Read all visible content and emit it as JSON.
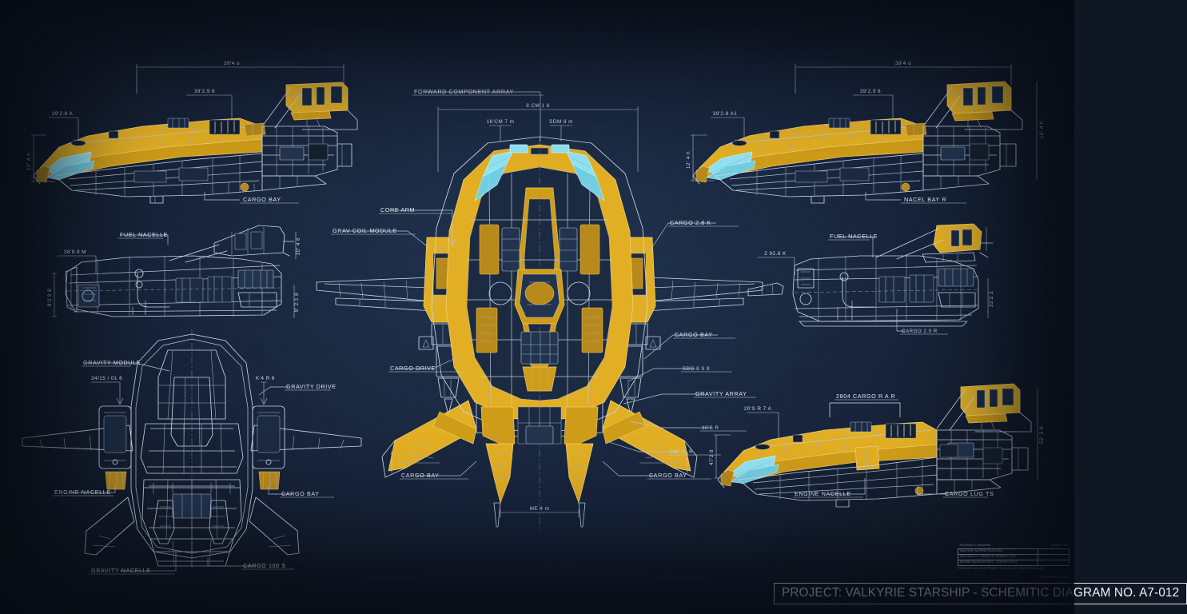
{
  "document": {
    "title": "PROJECT: VALKYRIE STARSHIP - SCHEMITIC DIAGRAM NO. A7-012",
    "sheet_revision": "SCHEMATIC 0102",
    "background_color": "#1b2a42",
    "line_color": "#c8d6e8",
    "accent_color": "#e2ae23",
    "glass_color": "#8fe3f2"
  },
  "title_block": {
    "header_left": "SCHEMATIC DRAWING",
    "header_right": "SCALE 1:06",
    "rows": [
      {
        "text": "VALKYRIE SUPERSTRUCTURE",
        "value": ""
      },
      {
        "text": "SECTION 0-C / GRAVITIC FRAME A7-012",
        "value": ""
      },
      {
        "text": "ENGINE NACELLE ASSY - 4 DRIVE UNITS",
        "value": ""
      }
    ],
    "footer": "STARSHIP VALKYRIE PROJECT FILE A7-012 / REV. PRELIMINARY",
    "revision": "SCHEMATIC 0102"
  },
  "views": [
    {
      "id": "side-top-left",
      "name": "port-elevation-upper-left",
      "callouts": [
        {
          "text": "39'4 o",
          "kind": "dimension"
        },
        {
          "text": "39'2.9 6",
          "kind": "dimension"
        },
        {
          "text": "39'2.8 A",
          "kind": "dimension"
        },
        {
          "text": "12' 4 h",
          "kind": "dimension"
        },
        {
          "text": "CARGO BAY",
          "kind": "label"
        }
      ]
    },
    {
      "id": "side-mid-left",
      "name": "port-section-mid-left",
      "callouts": [
        {
          "text": "FUEL NACELLE",
          "kind": "label"
        },
        {
          "text": "38'8.9 M",
          "kind": "dimension"
        },
        {
          "text": "20' 4 6",
          "kind": "dimension"
        },
        {
          "text": "9' 2.1 8",
          "kind": "dimension"
        },
        {
          "text": "8'2 2 8",
          "kind": "dimension"
        }
      ]
    },
    {
      "id": "plan-lower-left",
      "name": "dorsal-plan-lower-left",
      "callouts": [
        {
          "text": "GRAVITY MODULE",
          "kind": "label"
        },
        {
          "text": "34/15 / 01 6",
          "kind": "dimension"
        },
        {
          "text": "K'4 R 6",
          "kind": "dimension"
        },
        {
          "text": "GRAVITY DRIVE",
          "kind": "label"
        },
        {
          "text": "ENGINE NACELLE",
          "kind": "label"
        },
        {
          "text": "CARGO BAY",
          "kind": "label"
        },
        {
          "text": "GRAVITY NACELLE",
          "kind": "label"
        },
        {
          "text": "CARGO 100 S",
          "kind": "dimension"
        }
      ]
    },
    {
      "id": "main-plan-center",
      "name": "primary-dorsal-plan-view",
      "callouts": [
        {
          "text": "FORWARD COMPONENT ARRAY",
          "kind": "label"
        },
        {
          "text": "8 CM 1 6",
          "kind": "dimension"
        },
        {
          "text": "16'CM 7 m",
          "kind": "dimension"
        },
        {
          "text": "SDM 8 m",
          "kind": "dimension"
        },
        {
          "text": "GRAV COIL MODULE",
          "kind": "label"
        },
        {
          "text": "CORE ARM",
          "kind": "label"
        },
        {
          "text": "CARGO 2.8 K",
          "kind": "label"
        },
        {
          "text": "CARGO BAY",
          "kind": "label"
        },
        {
          "text": "CARGO DRIVE",
          "kind": "label"
        },
        {
          "text": "SDG 8 S 8",
          "kind": "dimension"
        },
        {
          "text": "GRAVITY ARRAY",
          "kind": "label"
        },
        {
          "text": "30'S R",
          "kind": "dimension"
        },
        {
          "text": "CARGO BAY",
          "kind": "label"
        },
        {
          "text": "CARGO BAY",
          "kind": "label"
        },
        {
          "text": "008 50 R",
          "kind": "dimension"
        },
        {
          "text": "ME 4 m",
          "kind": "dimension"
        }
      ]
    },
    {
      "id": "side-top-right",
      "name": "starboard-elevation-upper-right",
      "callouts": [
        {
          "text": "39'4 o",
          "kind": "dimension"
        },
        {
          "text": "39'2.9 6",
          "kind": "dimension"
        },
        {
          "text": "39'2.8 A1",
          "kind": "dimension"
        },
        {
          "text": "12' 4 h",
          "kind": "dimension"
        },
        {
          "text": "NACEL BAY R",
          "kind": "label"
        }
      ]
    },
    {
      "id": "side-mid-right",
      "name": "starboard-section-mid-right",
      "callouts": [
        {
          "text": "FUEL NACELLE",
          "kind": "label"
        },
        {
          "text": "2 92.8 K",
          "kind": "dimension"
        },
        {
          "text": "22'2 2",
          "kind": "dimension"
        },
        {
          "text": "CARGO 2.0 R",
          "kind": "label"
        }
      ]
    },
    {
      "id": "side-lower-right",
      "name": "starboard-elevation-lower-right",
      "callouts": [
        {
          "text": "2804 CARGO R A R",
          "kind": "label"
        },
        {
          "text": "20'S R 7 A",
          "kind": "dimension"
        },
        {
          "text": "47'2 8",
          "kind": "dimension"
        },
        {
          "text": "52' 2 8",
          "kind": "dimension"
        },
        {
          "text": "ENGINE NACELLE",
          "kind": "label"
        },
        {
          "text": "CARGO LUG TS",
          "kind": "label"
        }
      ]
    }
  ]
}
